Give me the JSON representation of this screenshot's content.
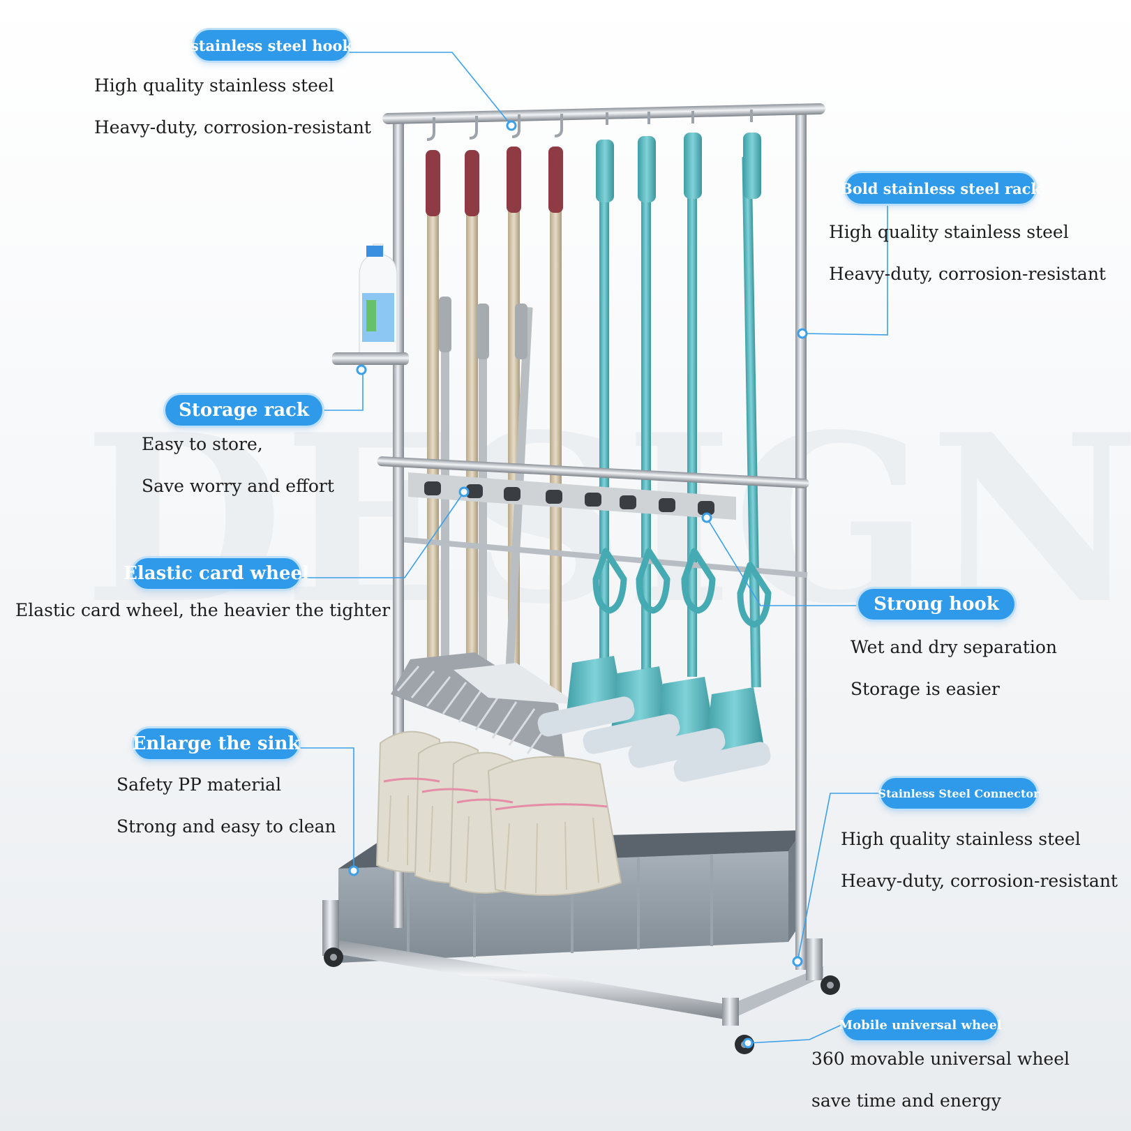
{
  "callouts": [
    {
      "title": "stainless steel hook",
      "lines": [
        "High quality stainless steel",
        "Heavy-duty, corrosion-resistant"
      ]
    },
    {
      "title": "Bold stainless steel rack",
      "lines": [
        "High quality stainless steel",
        "Heavy-duty, corrosion-resistant"
      ]
    },
    {
      "title": "Storage rack",
      "lines": [
        "Easy to store,",
        "Save worry and effort"
      ]
    },
    {
      "title": "Elastic card wheel",
      "lines": [
        "Elastic card wheel, the heavier the tighter"
      ]
    },
    {
      "title": "Strong hook",
      "lines": [
        "Wet and dry separation",
        "Storage is easier"
      ]
    },
    {
      "title": "Enlarge the sink",
      "lines": [
        "Safety PP material",
        "Strong and easy to clean"
      ]
    },
    {
      "title": "Stainless Steel Connector",
      "lines": [
        "High quality stainless steel",
        "Heavy-duty, corrosion-resistant"
      ]
    },
    {
      "title": "Mobile universal wheel",
      "lines": [
        "360 movable universal wheel",
        "save time and energy"
      ]
    }
  ],
  "colors": {
    "accent": "#2f9ae9",
    "mop_teal": "#5bbcc4",
    "grip_red": "#8e3b43",
    "tray": "#8f9aa3"
  }
}
